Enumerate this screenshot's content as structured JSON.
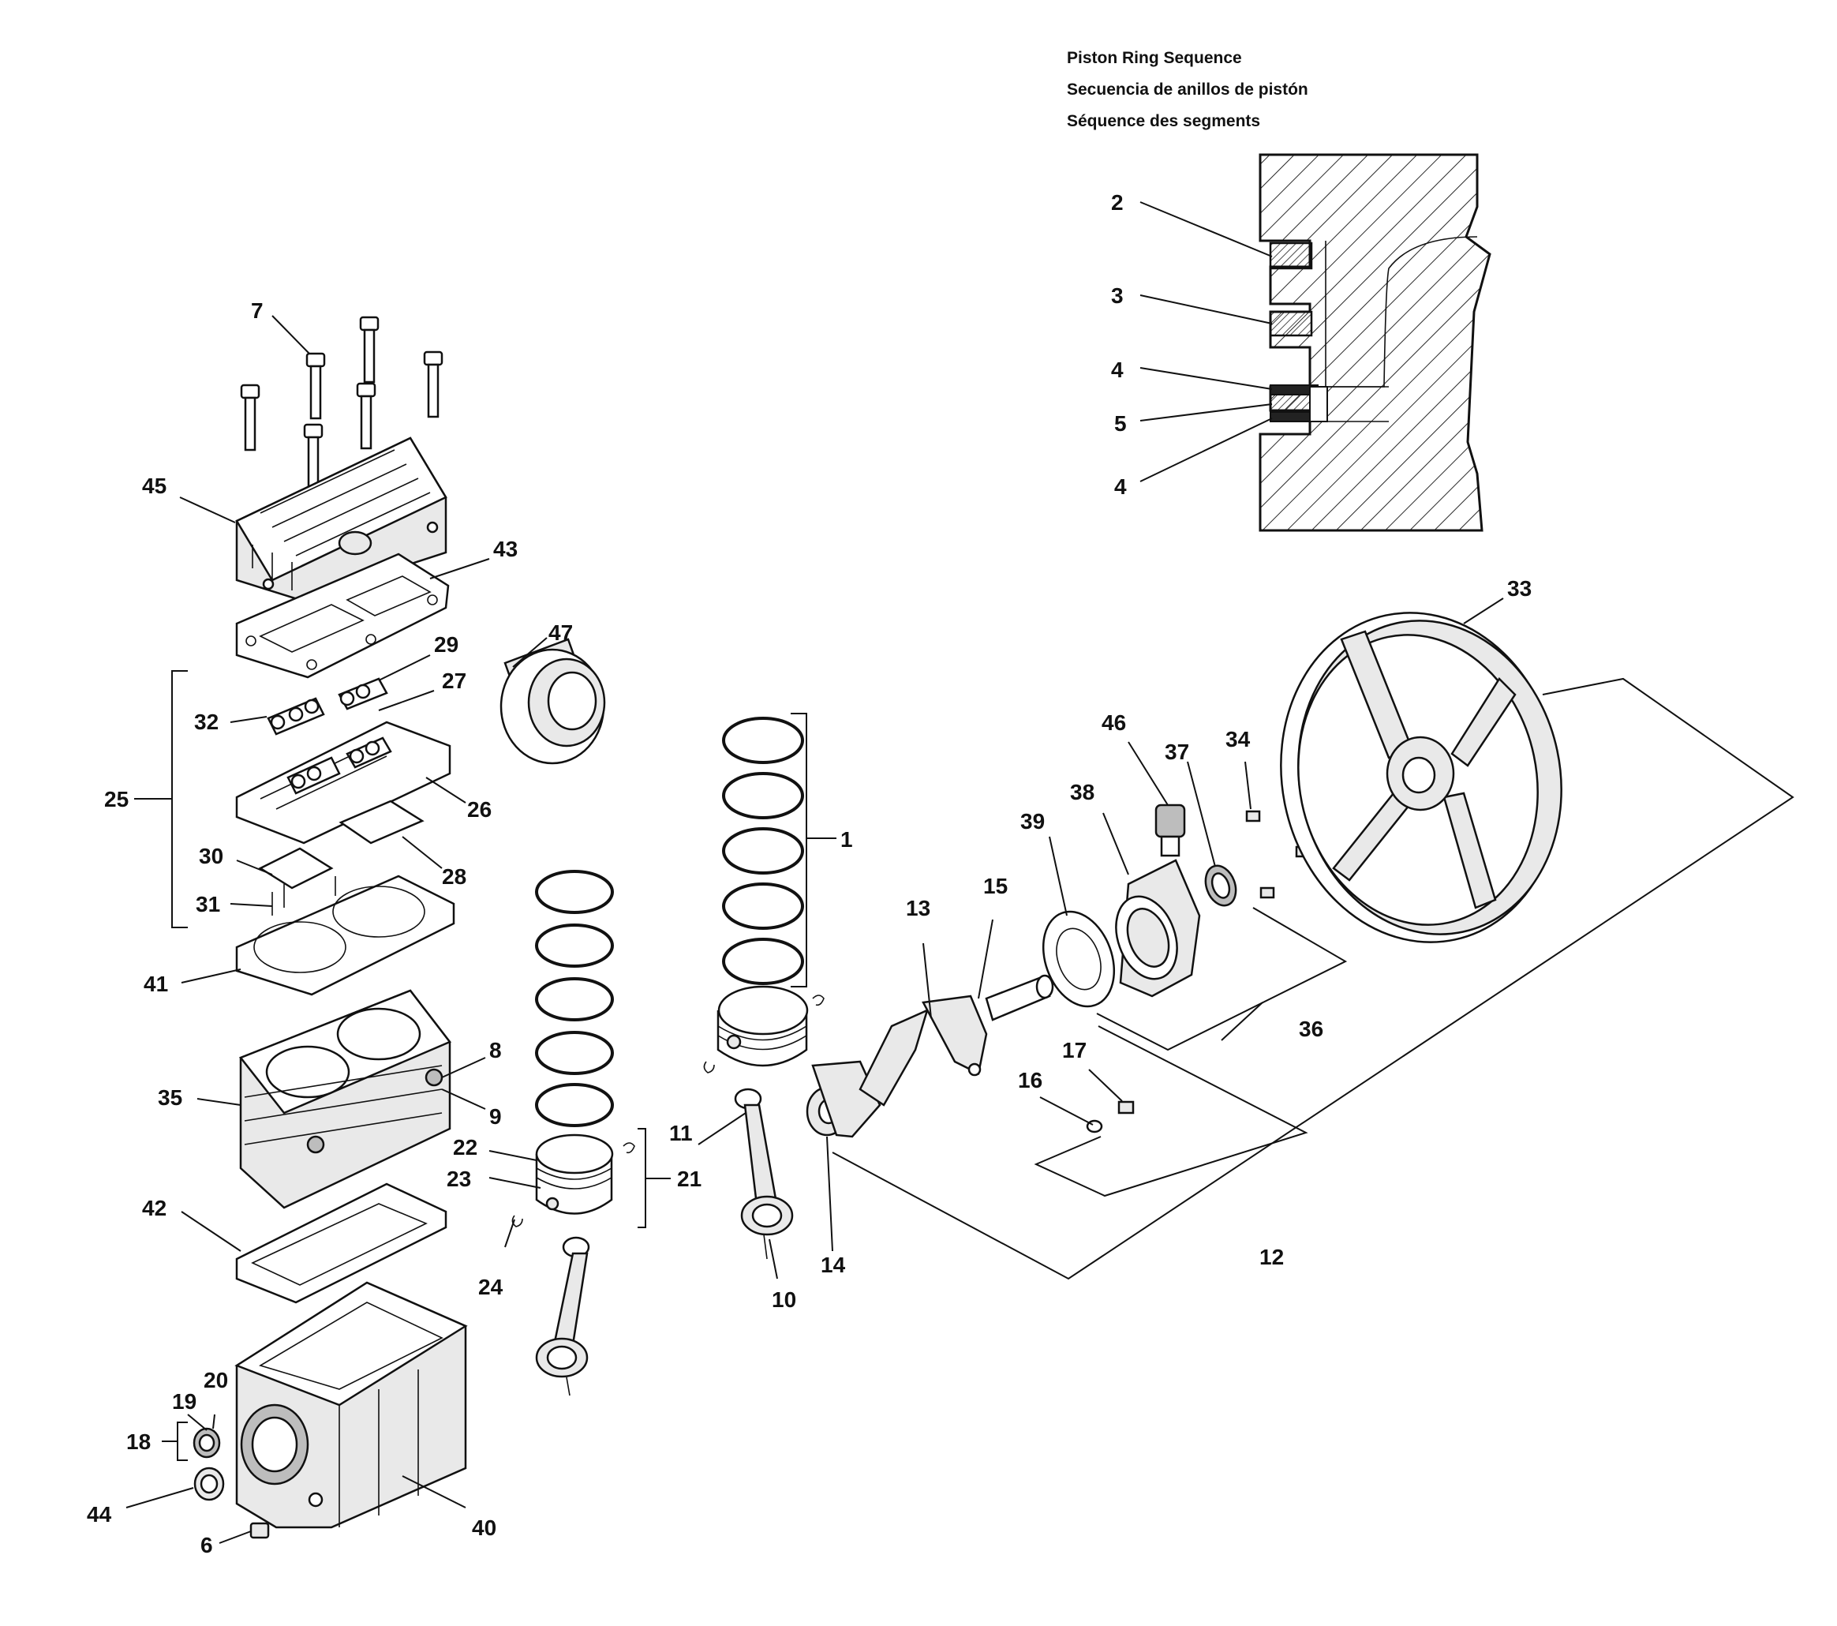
{
  "sequence_title": {
    "en": "Piston Ring Sequence",
    "es": "Secuencia de anillos de pistón",
    "fr": "Séquence des segments"
  },
  "ring_sequence_labels": [
    "2",
    "3",
    "4",
    "5",
    "4"
  ],
  "part_labels": {
    "p1": "1",
    "p6": "6",
    "p7": "7",
    "p8": "8",
    "p9": "9",
    "p10": "10",
    "p11": "11",
    "p12": "12",
    "p13": "13",
    "p14": "14",
    "p15": "15",
    "p16": "16",
    "p17": "17",
    "p18": "18",
    "p19": "19",
    "p20": "20",
    "p21": "21",
    "p22": "22",
    "p23": "23",
    "p24": "24",
    "p25": "25",
    "p26": "26",
    "p27": "27",
    "p28": "28",
    "p29": "29",
    "p30": "30",
    "p31": "31",
    "p32": "32",
    "p33": "33",
    "p34": "34",
    "p35": "35",
    "p36": "36",
    "p37": "37",
    "p38": "38",
    "p39": "39",
    "p40": "40",
    "p41": "41",
    "p42": "42",
    "p43": "43",
    "p44": "44",
    "p45": "45",
    "p46": "46",
    "p47": "47"
  }
}
